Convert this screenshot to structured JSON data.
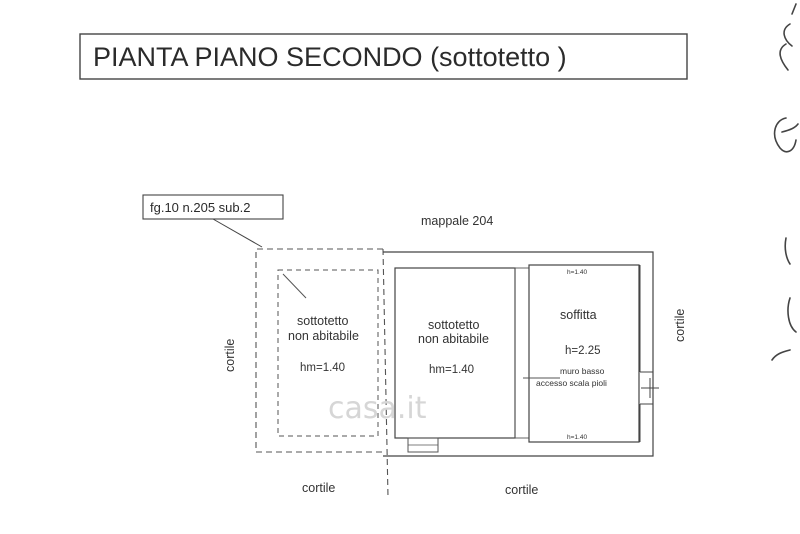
{
  "title": "PIANTA PIANO SECONDO (sottotetto )",
  "cadastral_ref": "fg.10  n.205 sub.2",
  "neighbor_label": "mappale 204",
  "courtyard": {
    "left": "cortile",
    "bottom_left": "cortile",
    "bottom_right": "cortile",
    "right": "cortile"
  },
  "rooms": [
    {
      "line1": "sottotetto",
      "line2": "non abitabile",
      "height": "hm=1.40"
    },
    {
      "line1": "sottotetto",
      "line2": "non abitabile",
      "height": "hm=1.40"
    },
    {
      "name": "soffitta",
      "height": "h=2.25",
      "top_mark": "h=1.40",
      "bottom_mark": "h=1.40",
      "note1": "muro basso",
      "note2": "accesso scala pioli"
    }
  ],
  "watermark": "casa.it"
}
